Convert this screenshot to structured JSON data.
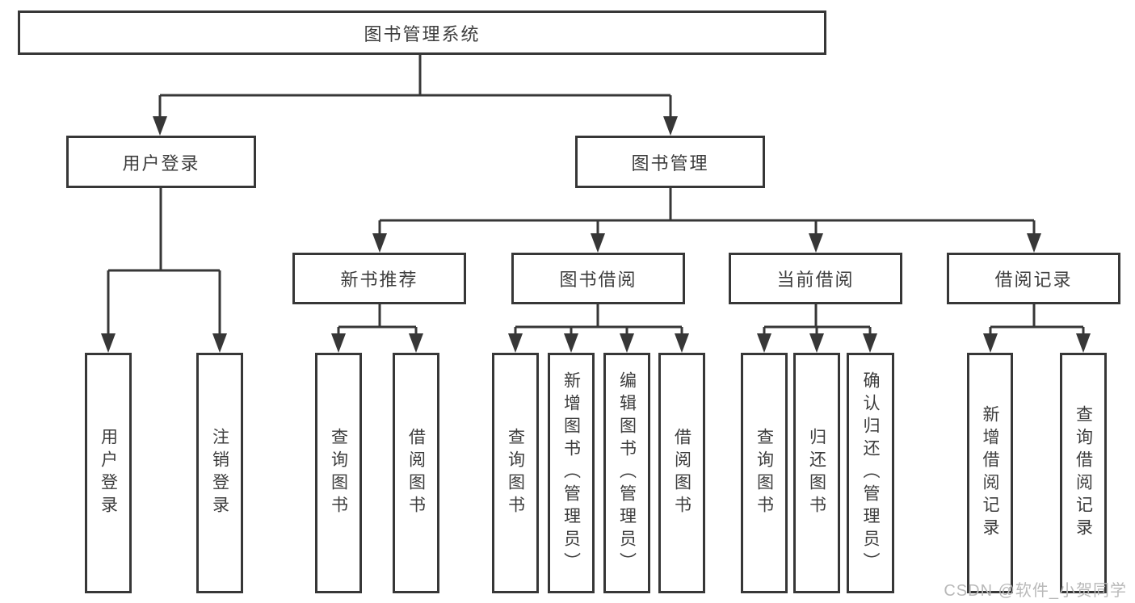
{
  "diagram": {
    "root": {
      "label": "图书管理系统"
    },
    "level2": {
      "user_login": {
        "label": "用户登录"
      },
      "book_management": {
        "label": "图书管理"
      }
    },
    "level3": {
      "new_book_recommend": {
        "label": "新书推荐"
      },
      "book_borrow": {
        "label": "图书借阅"
      },
      "current_borrow": {
        "label": "当前借阅"
      },
      "borrow_records": {
        "label": "借阅记录"
      }
    },
    "leaves": {
      "user_login": {
        "label": "用户登录"
      },
      "logout": {
        "label": "注销登录"
      },
      "nb_query_books": {
        "label": "查询图书"
      },
      "nb_borrow_books": {
        "label": "借阅图书"
      },
      "bb_query_books": {
        "label": "查询图书"
      },
      "bb_add_books_admin": {
        "label": "新增图书（管理员）"
      },
      "bb_edit_books_admin": {
        "label": "编辑图书（管理员）"
      },
      "bb_borrow_books": {
        "label": "借阅图书"
      },
      "cb_query_books": {
        "label": "查询图书"
      },
      "cb_return_books": {
        "label": "归还图书"
      },
      "cb_confirm_return_admin": {
        "label": "确认归还（管理员）"
      },
      "br_add_record": {
        "label": "新增借阅记录"
      },
      "br_query_record": {
        "label": "查询借阅记录"
      }
    }
  },
  "watermark": {
    "text": "CSDN @软件_小贺同学"
  },
  "colors": {
    "line": "#373737",
    "text": "#3d3d3d",
    "watermark": "#b9b9b9",
    "background": "#ffffff"
  }
}
